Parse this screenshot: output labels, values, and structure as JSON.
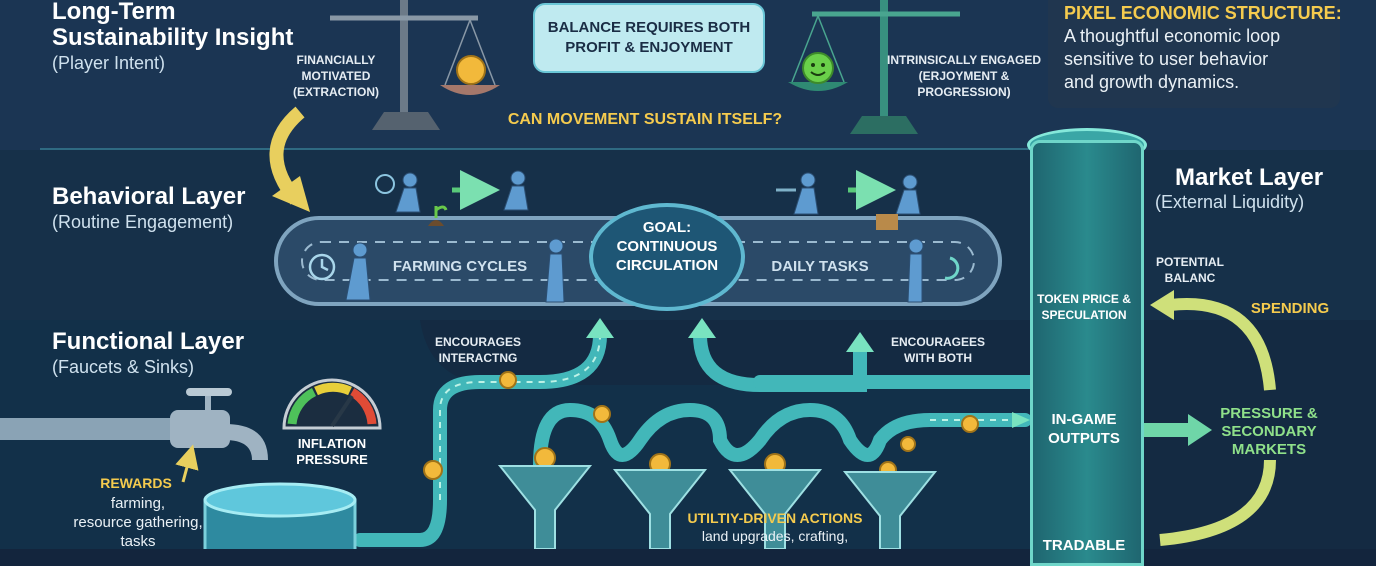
{
  "layers": {
    "long_term": {
      "title": "Long-Term",
      "title2": "Sustainability Insight",
      "sub": "(Player Intent)"
    },
    "behavioral": {
      "title": "Behavioral Layer",
      "sub": "(Routine Engagement)"
    },
    "functional": {
      "title": "Functional Layer",
      "sub": "(Faucets & Sinks)"
    },
    "market": {
      "title": "Market Layer",
      "sub": "(External Liquidity)"
    }
  },
  "top": {
    "bubble_line1": "BALANCE REQUIRES BOTH",
    "bubble_line2": "PROFIT & ENJOYMENT",
    "left_scale": [
      "FINANCIALLY",
      "MOTIVATED",
      "(EXTRACTION)"
    ],
    "right_scale": [
      "INTRINSICALLY ENGAGED",
      "(ERJOYMENT &",
      "PROGRESSION)"
    ],
    "question": "CAN MOVEMENT SUSTAIN ITSELF?"
  },
  "structure": {
    "title": "PIXEL ECONOMIC STRUCTURE:",
    "lines": [
      "A thoughtful economic loop",
      "sensitive to user behavior",
      "and growth dynamics."
    ]
  },
  "loop": {
    "left_label": "FARMING CYCLES",
    "right_label": "DAILY TASKS",
    "goal1": "GOAL:",
    "goal2": "CONTINUOUS",
    "goal3": "CIRCULATION"
  },
  "flow": {
    "encourages_left": [
      "ENCOURAGES",
      "INTERACTNG"
    ],
    "encourages_right": [
      "ENCOURAGEES",
      "WITH BOTH"
    ],
    "inflation": [
      "INFLATION",
      "PRESSURE"
    ],
    "rewards": "REWARDS",
    "rewards_detail": [
      "farming,",
      "resource gathering,",
      "tasks"
    ],
    "utility": "UTILTIY-DRIVEN ACTIONS",
    "utility_detail": "land upgrades, crafting,"
  },
  "market": {
    "token": [
      "TOKEN PRICE &",
      "SPECULATION"
    ],
    "outputs": [
      "IN-GAME",
      "OUTPUTS"
    ],
    "tradable": "TRADABLE",
    "potential": [
      "POTENTIAL",
      "BALANC"
    ],
    "spending": "SPENDING",
    "pressure": [
      "PRESSURE &",
      "SECONDARY",
      "MARKETS"
    ]
  },
  "colors": {
    "accent": "#f5cb4e",
    "teal": "#6fd6c9",
    "green": "#8fe08a",
    "bg": "#13253d"
  }
}
